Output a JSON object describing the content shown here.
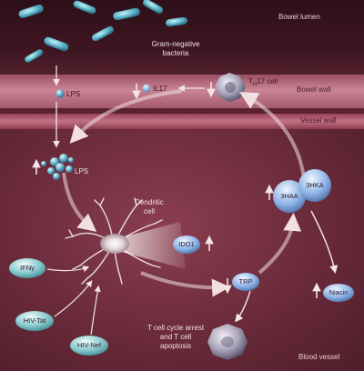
{
  "regions": {
    "bowel_lumen": "Bowel lumen",
    "bowel_wall": "Bowel wall",
    "vessel_wall": "Vessel wall",
    "blood_vessel": "Blood vessel"
  },
  "labels": {
    "gram_negative_line1": "Gram-negative",
    "gram_negative_line2": "bacteria",
    "lps_wall": "LPS",
    "il17": "IL17",
    "th17_prefix": "T",
    "th17_sub": "H",
    "th17_suffix": "17 cell",
    "lps_cluster": "LPS",
    "dendritic_line1": "Dendritic",
    "dendritic_line2": "cell",
    "ido1": "IDO1",
    "trp": "TRP",
    "haa3": "3HAA",
    "hka3": "3HKA",
    "niacin": "Niacin",
    "ifn": "IFNγ",
    "hiv_tat": "HIV-Tat",
    "hiv_nef": "HIV-Nef",
    "arrest_line1": "T cell cycle arrest",
    "arrest_line2": "and T cell",
    "arrest_line3": "apoptosis"
  },
  "colors": {
    "lumen": "#3f1622",
    "bowel_wall": "#c98595",
    "vessel_wall": "#c07385",
    "blood": "#6a2a3a",
    "bacteria": "#5fb7c9",
    "oval_blue": "#8fb4e6",
    "oval_teal": "#7cc7c9",
    "arrow": "#f3e4e6"
  }
}
